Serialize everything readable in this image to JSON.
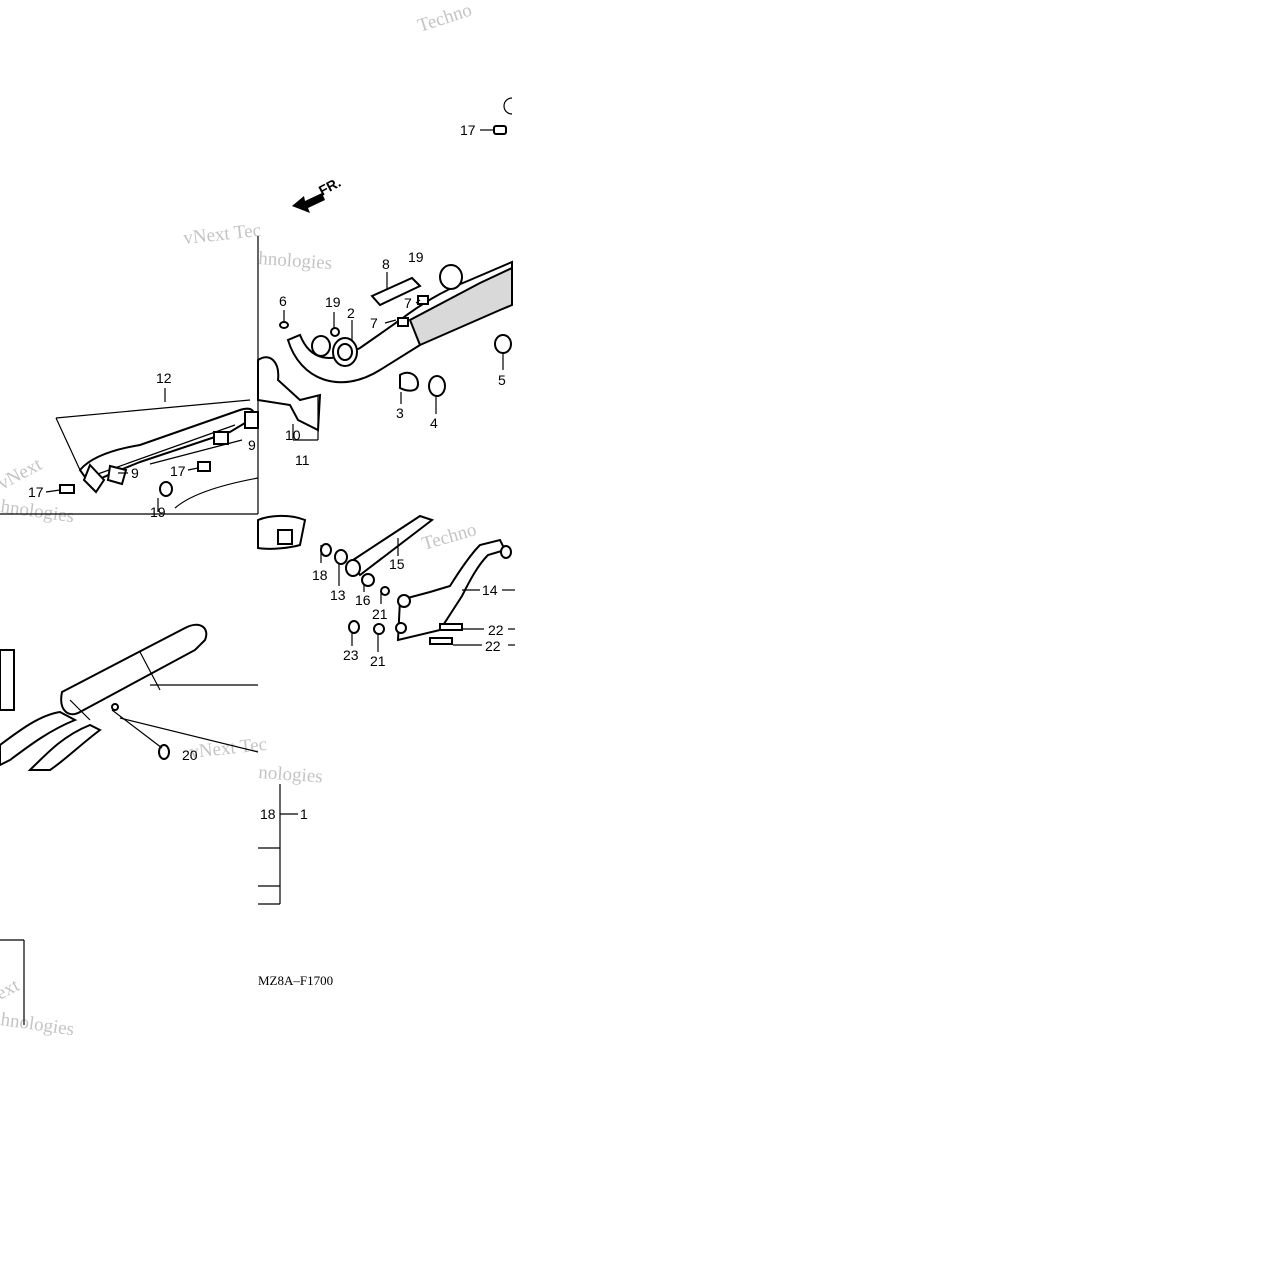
{
  "diagram_code": "MZ8A–F1700",
  "direction_label": "FR.",
  "watermarks": [
    "Techno",
    "vNext Tec",
    "hnologies",
    "vNext",
    "hnologies",
    "Techno",
    "vNext Tec",
    "nologies",
    "ext",
    "hnologies"
  ],
  "labels": [
    {
      "id": "17a",
      "text": "17"
    },
    {
      "id": "8",
      "text": "8"
    },
    {
      "id": "19a",
      "text": "19"
    },
    {
      "id": "6",
      "text": "6"
    },
    {
      "id": "19b",
      "text": "19"
    },
    {
      "id": "2",
      "text": "2"
    },
    {
      "id": "7a",
      "text": "7"
    },
    {
      "id": "7b",
      "text": "7"
    },
    {
      "id": "5",
      "text": "5"
    },
    {
      "id": "12",
      "text": "12"
    },
    {
      "id": "3",
      "text": "3"
    },
    {
      "id": "4",
      "text": "4"
    },
    {
      "id": "9a",
      "text": "9"
    },
    {
      "id": "10",
      "text": "10"
    },
    {
      "id": "11",
      "text": "11"
    },
    {
      "id": "9b",
      "text": "9"
    },
    {
      "id": "17b",
      "text": "17"
    },
    {
      "id": "17c",
      "text": "17"
    },
    {
      "id": "19c",
      "text": "19"
    },
    {
      "id": "15",
      "text": "15"
    },
    {
      "id": "18a",
      "text": "18"
    },
    {
      "id": "13",
      "text": "13"
    },
    {
      "id": "16",
      "text": "16"
    },
    {
      "id": "21a",
      "text": "21"
    },
    {
      "id": "14",
      "text": "14"
    },
    {
      "id": "22a",
      "text": "22"
    },
    {
      "id": "22b",
      "text": "22"
    },
    {
      "id": "23",
      "text": "23"
    },
    {
      "id": "21b",
      "text": "21"
    },
    {
      "id": "20",
      "text": "20"
    },
    {
      "id": "18b",
      "text": "18"
    },
    {
      "id": "1",
      "text": "1"
    }
  ]
}
